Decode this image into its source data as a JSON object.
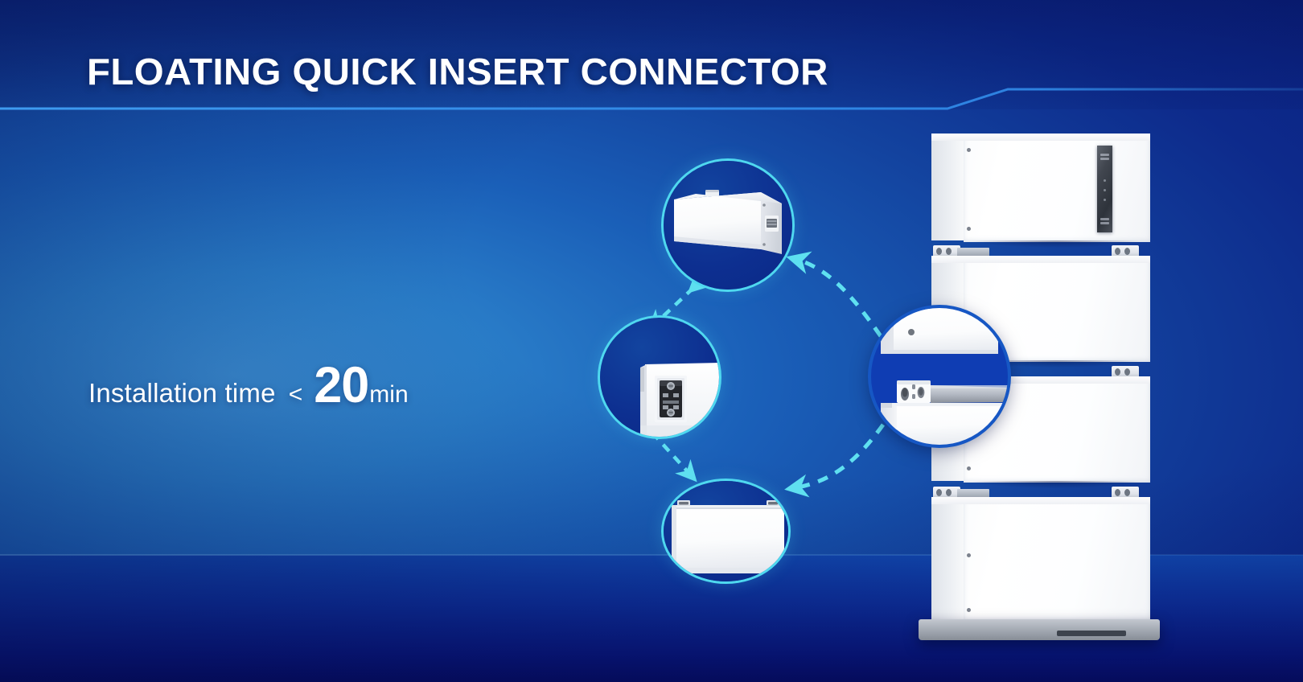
{
  "page": {
    "title": "FLOATING QUICK INSERT CONNECTOR",
    "background_top_color": "#0d2f8f",
    "background_light_color": "#3b8fd4",
    "background_bottom_color": "#050b63",
    "accent_line_color": "#2a86e0",
    "callout_ring_color": "#4fd8ef",
    "magnifier_ring_color": "#1657c4",
    "arrow_color": "#5fe0f0"
  },
  "caption": {
    "label": "Installation time",
    "comparator": "<",
    "value": "20",
    "unit": "min"
  },
  "callouts": [
    {
      "id": "module-angled-view",
      "name": "battery-module-angled",
      "position": "top"
    },
    {
      "id": "connector-terminal-closeup",
      "name": "connector-terminal-block",
      "position": "middle-left"
    },
    {
      "id": "module-front-view",
      "name": "battery-module-front",
      "position": "bottom"
    }
  ],
  "magnifier": {
    "id": "floating-connector-detail",
    "name": "floating-quick-insert-connector-detail"
  },
  "stack": {
    "name": "stacked-battery-system",
    "modules": [
      {
        "id": "module-1",
        "label": "control-module-with-display",
        "has_display": true
      },
      {
        "id": "module-2",
        "label": "battery-module",
        "has_display": false
      },
      {
        "id": "module-3",
        "label": "battery-module",
        "has_display": false
      },
      {
        "id": "module-4",
        "label": "battery-module",
        "has_display": false
      }
    ],
    "base": {
      "name": "pedestal-base"
    }
  },
  "arrows": [
    {
      "id": "arrow-top-to-mid",
      "style": "dashed-double",
      "shape": "straight"
    },
    {
      "id": "arrow-mid-to-bot",
      "style": "dashed-double",
      "shape": "straight"
    },
    {
      "id": "arrow-magnifier-to-top",
      "style": "dashed-single",
      "shape": "curved"
    },
    {
      "id": "arrow-magnifier-to-bot",
      "style": "dashed-single",
      "shape": "curved"
    }
  ]
}
